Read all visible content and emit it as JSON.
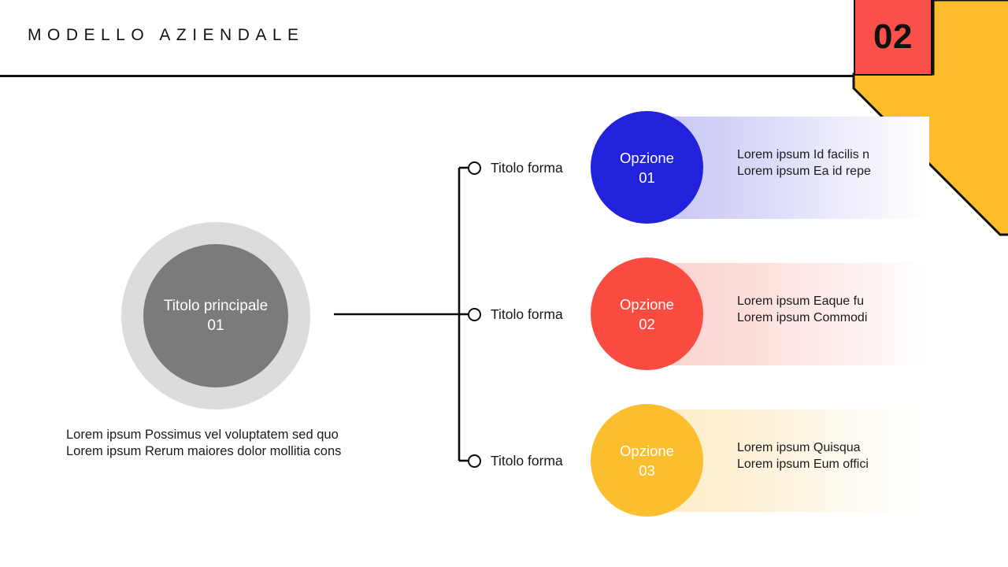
{
  "header": {
    "title": "MODELLO AZIENDALE",
    "section_number": "02",
    "badge_color": "#f9514a",
    "accent_color": "#fcbc2b",
    "rule_color": "#111111"
  },
  "main_node": {
    "label": "Titolo principale\n01",
    "caption": "Lorem ipsum Possimus vel voluptatem sed quo\nLorem ipsum Rerum maiores dolor mollitia cons",
    "outer_ring_color": "#dcdcdc",
    "inner_circle_color": "#7b7b7b",
    "text_color": "#ffffff"
  },
  "branches": [
    {
      "label": "Titolo forma"
    },
    {
      "label": "Titolo forma"
    },
    {
      "label": "Titolo forma"
    }
  ],
  "options": [
    {
      "label": "Opzione\n01",
      "body": "Lorem ipsum Id facilis n\nLorem ipsum Ea id repe",
      "circle_color": "#2222dd",
      "bar_color": "#c5c5f5"
    },
    {
      "label": "Opzione\n02",
      "body": "Lorem ipsum Eaque fu\nLorem ipsum Commodi",
      "circle_color": "#f94b3f",
      "bar_color": "#fbd2ce"
    },
    {
      "label": "Opzione\n03",
      "body": "Lorem ipsum Quisqua\nLorem ipsum Eum offici",
      "circle_color": "#fbbe2e",
      "bar_color": "#fdecc5"
    }
  ]
}
